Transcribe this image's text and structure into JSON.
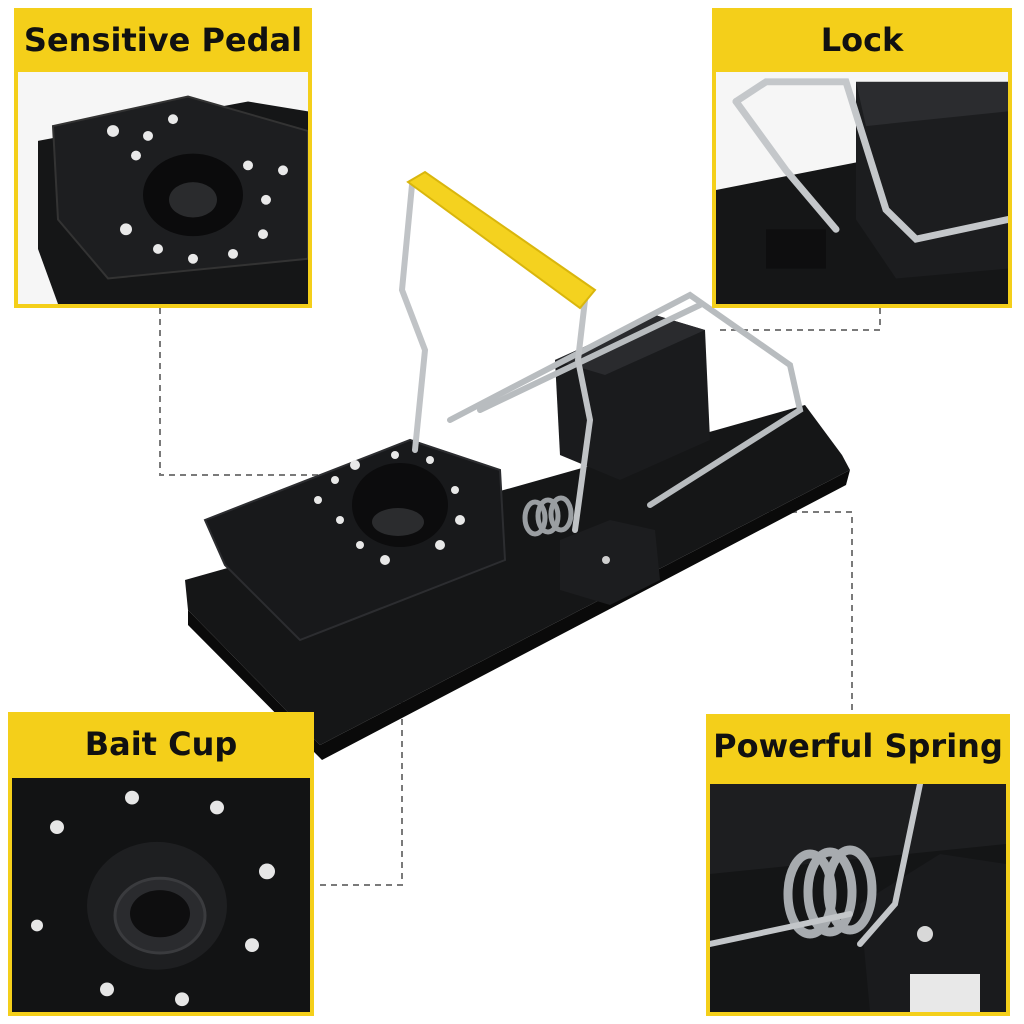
{
  "callouts": {
    "pedal": "Sensitive Pedal",
    "lock": "Lock",
    "bait": "Bait Cup",
    "spring": "Powerful Spring"
  },
  "colors": {
    "accent": "#f4cf1a",
    "trap": "#151617",
    "handle": "#f4d21f",
    "wire": "#b8bcbf"
  }
}
